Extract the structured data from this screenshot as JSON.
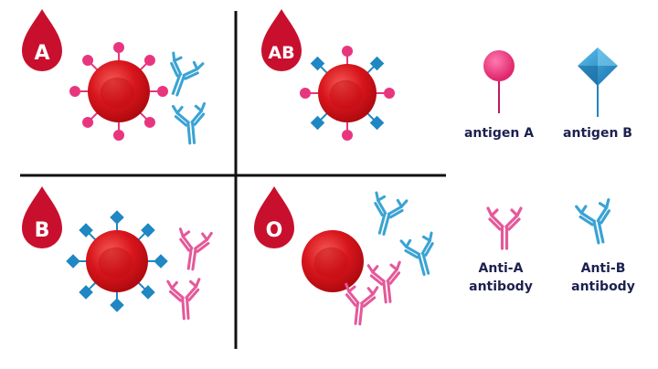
{
  "groups": [
    {
      "label": "A"
    },
    {
      "label": "AB"
    },
    {
      "label": "B"
    },
    {
      "label": "O"
    }
  ],
  "legend": {
    "antigen_a": "antigen A",
    "antigen_b": "antigen B",
    "anti_a_line1": "Anti-A",
    "anti_a_line2": "antibody",
    "anti_b_line1": "Anti-B",
    "anti_b_line2": "antibody"
  },
  "colors": {
    "drop": "#c8102e",
    "cell_light": "#f03a3a",
    "cell_dark": "#c00d12",
    "antigen_a": "#e8367e",
    "antigen_b": "#1f87c3",
    "anti_a": "#e4599a",
    "anti_b": "#3aa3d4",
    "text": "#1c2150",
    "divider": "#111111"
  }
}
